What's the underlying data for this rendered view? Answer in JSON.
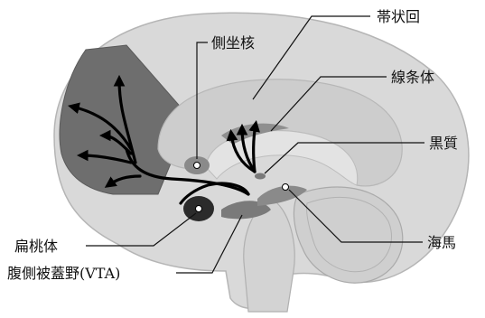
{
  "labels": {
    "cingulate": "帯状回",
    "nucleus_accumbens": "側坐核",
    "striatum": "線条体",
    "substantia_nigra": "黒質",
    "amygdala": "扁桃体",
    "hippocampus": "海馬",
    "vta": "腹側被蓋野(VTA)"
  },
  "colors": {
    "brain": "#d9d9d9",
    "outline": "#b5b5b5",
    "prefrontal": "#6e6e6e",
    "limbic_inner": "#c9c9c9",
    "nucleus": "#8a8a8a",
    "amygdala": "#2b2b2b",
    "pathway": "#000000",
    "text": "#111111"
  }
}
